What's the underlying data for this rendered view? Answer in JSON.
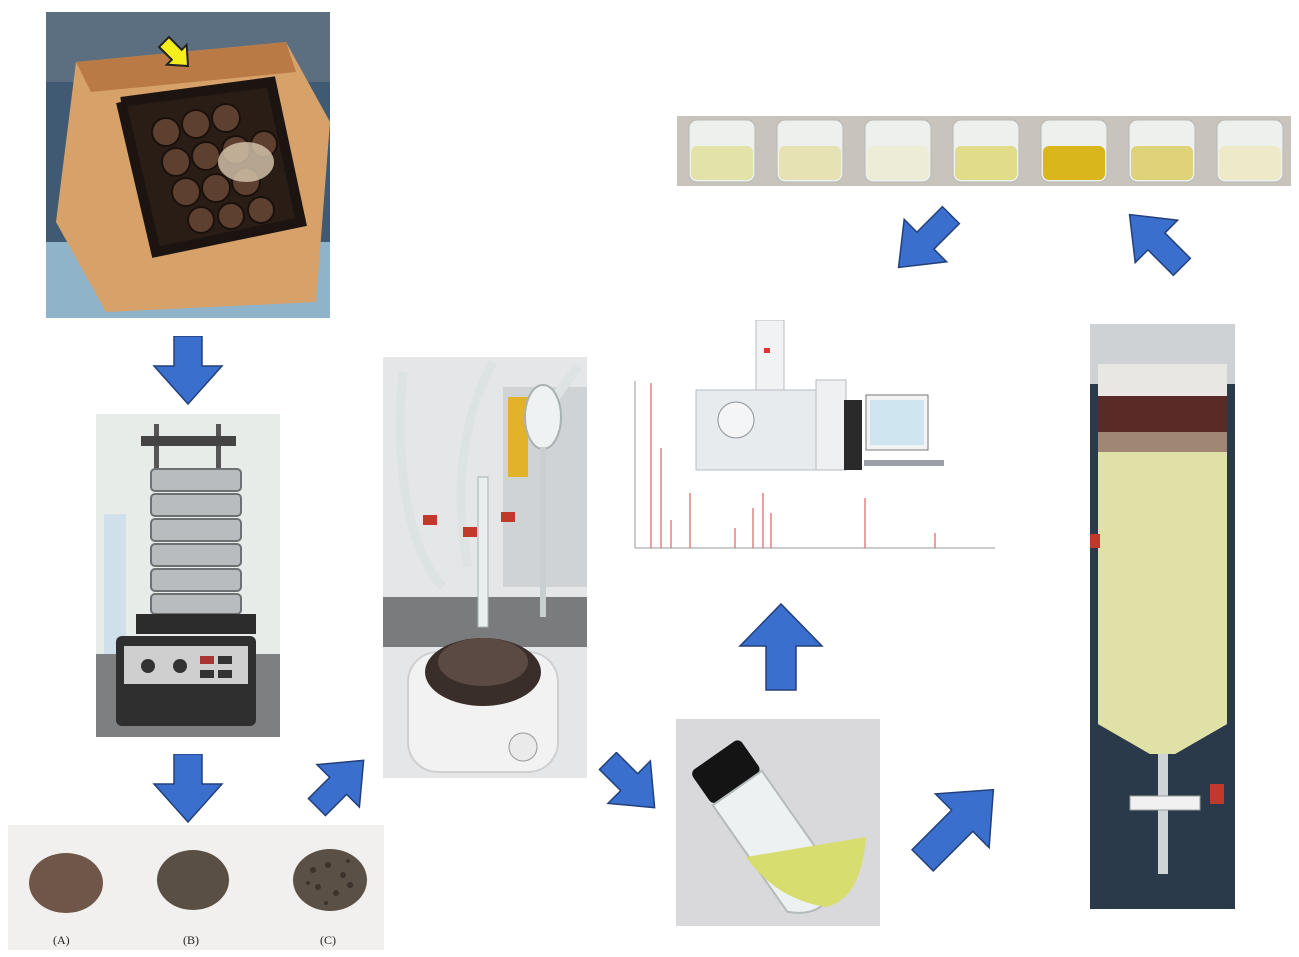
{
  "sample_labels": [
    "(A)",
    "(B)",
    "(C)"
  ],
  "colors": {
    "arrow_fill": "#3b6fce",
    "arrow_stroke": "#23407a",
    "highlight_arrow": "#f4ee1a",
    "spectrum_peak": "#e06060"
  }
}
